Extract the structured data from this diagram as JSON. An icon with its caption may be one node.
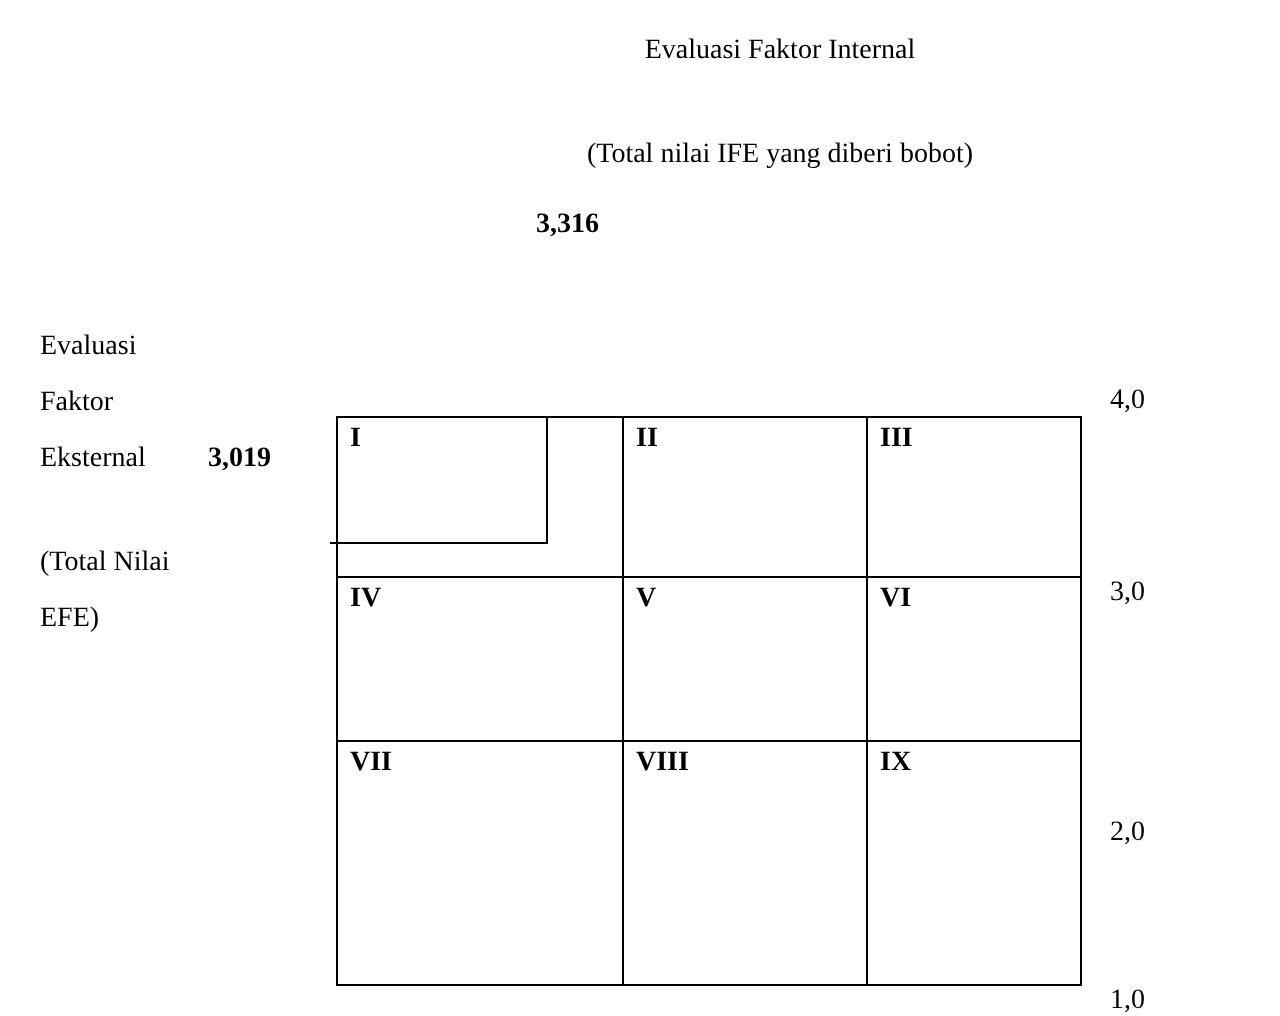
{
  "diagram": {
    "nodes": [
      {
        "text": [
          "I"
        ]
      },
      {
        "text": [
          "II"
        ]
      },
      {
        "text": [
          "III"
        ]
      },
      {
        "text": [
          "IV"
        ]
      },
      {
        "text": [
          "V"
        ]
      },
      {
        "text": [
          "VI"
        ]
      },
      {
        "text": [
          "VII"
        ]
      },
      {
        "text": [
          "VIII"
        ]
      },
      {
        "text": [
          "IX"
        ]
      }
    ],
    "labels": [
      "Evaluasi Faktor Internal",
      "(Total nilai IFE yang diberi bobot)",
      "3,316",
      "Evaluasi Faktor Eksternal",
      "3,019",
      "(Total Nilai EFE)",
      "4,0",
      "3,0",
      "2,0",
      "1,0"
    ]
  }
}
